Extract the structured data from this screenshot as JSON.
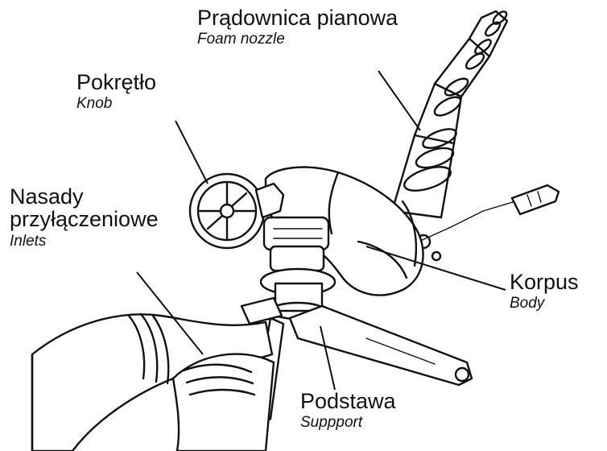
{
  "labels": {
    "nozzle": {
      "pl": "Prądownica pianowa",
      "en": "Foam nozzle"
    },
    "knob": {
      "pl": "Pokrętło",
      "en": "Knob"
    },
    "inlets": {
      "pl_line1": "Nasady",
      "pl_line2": "przyłączeniowe",
      "en": "Inlets"
    },
    "body": {
      "pl": "Korpus",
      "en": "Body"
    },
    "support": {
      "pl": "Podstawa",
      "en": "Suppport"
    }
  }
}
